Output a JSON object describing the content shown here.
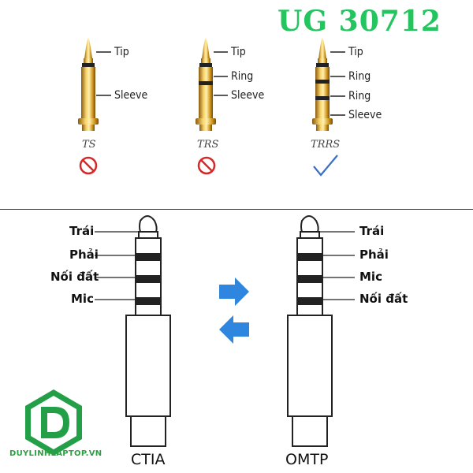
{
  "model": "UG 30712",
  "plugs": [
    {
      "type": "TS",
      "labels": [
        "Tip",
        "Sleeve"
      ],
      "verdict": "no"
    },
    {
      "type": "TRS",
      "labels": [
        "Tip",
        "Ring",
        "Sleeve"
      ],
      "verdict": "no"
    },
    {
      "type": "TRRS",
      "labels": [
        "Tip",
        "Ring",
        "Ring",
        "Sleeve"
      ],
      "verdict": "yes"
    }
  ],
  "standards": [
    {
      "name": "CTIA",
      "labels": [
        "Trái",
        "Phải",
        "Nối đất",
        "Mic"
      ]
    },
    {
      "name": "OMTP",
      "labels": [
        "Trái",
        "Phải",
        "Mic",
        "Nối đất"
      ]
    }
  ],
  "brand": "DUYLINHLAPTOP.VN",
  "colors": {
    "model": "#22c55e",
    "gold": "#d4a020",
    "no": "#d62828",
    "yes": "#3a6fc4",
    "arrow": "#2e86de"
  }
}
